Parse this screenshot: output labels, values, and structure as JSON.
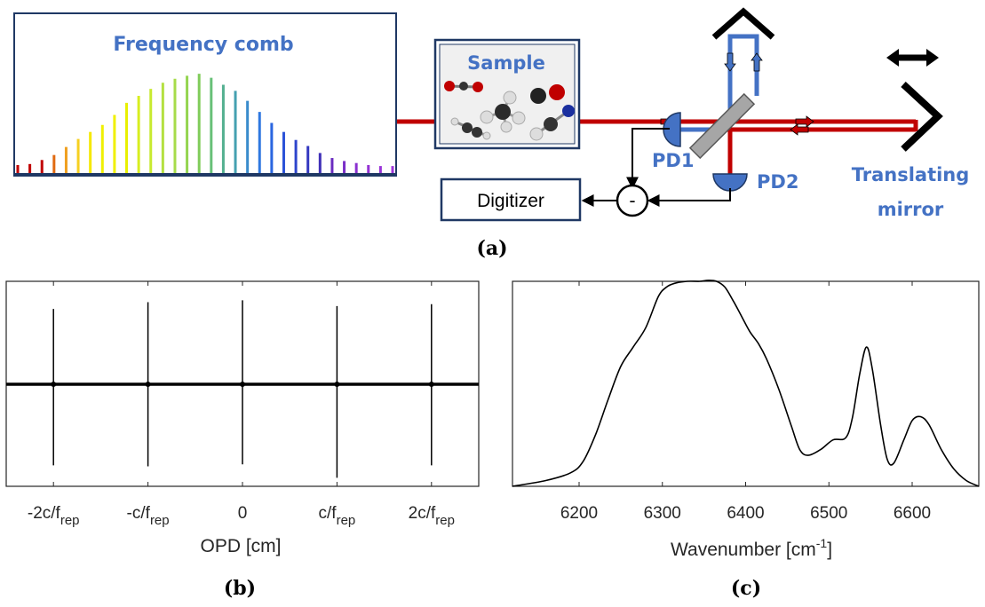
{
  "panel_a": {
    "comb_title": "Frequency comb",
    "sample_title": "Sample",
    "pd1_label": "PD1",
    "pd2_label": "PD2",
    "mirror_label_line1": "Translating",
    "mirror_label_line2": "mirror",
    "digitizer_label": "Digitizer",
    "subtract_symbol": "-",
    "caption": "(a)",
    "colors": {
      "beam_red": "#c00000",
      "beam_blue": "#4472c4",
      "label_blue": "#4472c4",
      "pd_fill": "#4472c4"
    },
    "comb_bars": {
      "heights": [
        0.08,
        0.09,
        0.13,
        0.18,
        0.26,
        0.34,
        0.41,
        0.48,
        0.58,
        0.7,
        0.77,
        0.84,
        0.9,
        0.94,
        0.97,
        0.99,
        0.95,
        0.88,
        0.82,
        0.72,
        0.61,
        0.5,
        0.41,
        0.33,
        0.27,
        0.2,
        0.15,
        0.12,
        0.1,
        0.08,
        0.07,
        0.07
      ],
      "colors": [
        "#c00000",
        "#c00000",
        "#c00000",
        "#e06a10",
        "#f0a020",
        "#f6d020",
        "#f5e800",
        "#f0f000",
        "#f0f000",
        "#e8f000",
        "#d8ee20",
        "#c8ea30",
        "#b4e040",
        "#a6dc4a",
        "#94d450",
        "#80cc5a",
        "#68c078",
        "#54b090",
        "#44a0b0",
        "#3a8ccc",
        "#2f78e0",
        "#2a66e0",
        "#2a52d8",
        "#2d44cc",
        "#3438c0",
        "#4030b8",
        "#6a2cc0",
        "#7a2ec8",
        "#8a30d0",
        "#9432d4",
        "#9a34d8",
        "#9e36da"
      ]
    }
  },
  "chart_data": [
    {
      "type": "line",
      "title": "",
      "xlabel": "OPD [cm]",
      "ylabel": "",
      "xticks": [
        "-2c/f",
        "-c/f",
        "0",
        "c/f",
        "2c/f"
      ],
      "xtick_subscript": "rep",
      "x_positions": [
        -2,
        -1,
        0,
        1,
        2
      ],
      "burst_up": [
        0.79,
        0.86,
        0.88,
        0.82,
        0.84
      ],
      "burst_down": [
        0.85,
        0.86,
        0.84,
        0.98,
        0.85
      ],
      "baseline": 0,
      "xlim": [
        -2.5,
        2.5
      ],
      "ylim": [
        -1,
        1
      ],
      "caption": "(b)"
    },
    {
      "type": "line",
      "title": "",
      "xlabel": "Wavenumber [cm",
      "xlabel_sup": "-1",
      "xlabel_end": "]",
      "ylabel": "",
      "xticks": [
        "6200",
        "6300",
        "6400",
        "6500",
        "6600"
      ],
      "xtick_values": [
        6200,
        6300,
        6400,
        6500,
        6600
      ],
      "xlim": [
        6120,
        6680
      ],
      "ylim": [
        0,
        1.06
      ],
      "x": [
        6120,
        6160,
        6190,
        6205,
        6220,
        6235,
        6250,
        6265,
        6280,
        6295,
        6305,
        6315,
        6330,
        6345,
        6355,
        6365,
        6375,
        6385,
        6395,
        6405,
        6415,
        6425,
        6440,
        6455,
        6465,
        6475,
        6490,
        6505,
        6520,
        6528,
        6537,
        6545,
        6552,
        6562,
        6570,
        6578,
        6590,
        6600,
        6610,
        6620,
        6635,
        6650,
        6665,
        6680
      ],
      "y": [
        0.0,
        0.03,
        0.07,
        0.13,
        0.27,
        0.45,
        0.62,
        0.72,
        0.82,
        0.98,
        1.03,
        1.05,
        1.06,
        1.06,
        1.065,
        1.06,
        1.03,
        0.96,
        0.88,
        0.8,
        0.74,
        0.66,
        0.5,
        0.31,
        0.19,
        0.16,
        0.19,
        0.24,
        0.25,
        0.35,
        0.58,
        0.72,
        0.61,
        0.32,
        0.14,
        0.12,
        0.24,
        0.34,
        0.36,
        0.32,
        0.19,
        0.09,
        0.03,
        0.0
      ],
      "caption": "(c)"
    }
  ]
}
